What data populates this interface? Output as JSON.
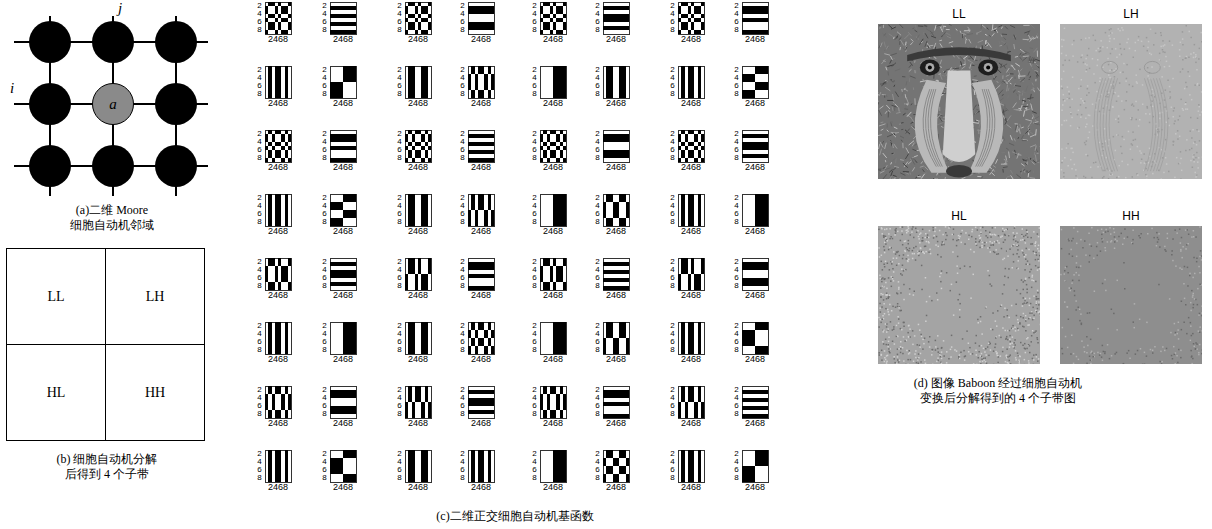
{
  "diagram": {
    "nodes": [
      {
        "text": [
          "a"
        ]
      },
      {
        "text": [
          "LL"
        ]
      },
      {
        "text": [
          "LH"
        ]
      },
      {
        "text": [
          "HL"
        ]
      },
      {
        "text": [
          "HH"
        ]
      },
      {
        "text": [
          "LL"
        ]
      },
      {
        "text": [
          "LH"
        ]
      },
      {
        "text": [
          "HL"
        ]
      },
      {
        "text": [
          "HH"
        ]
      }
    ],
    "labels": [
      "j",
      "i",
      "(a)二维 Moore 细胞自动机邻域",
      "(b) 细胞自动机分解 后得到 4 个子带",
      "2468",
      "2468",
      "2468",
      "2468",
      "2468",
      "2468",
      "2468",
      "2468",
      "2468",
      "2468",
      "2468",
      "2468",
      "2468",
      "2468",
      "2468",
      "2468",
      "2468",
      "2468",
      "2468",
      "2468",
      "2468",
      "2468",
      "2468",
      "2468",
      "2468",
      "2468",
      "2468",
      "2468",
      "2468",
      "2468",
      "2468",
      "2468",
      "2468",
      "2468",
      "2468",
      "2468",
      "2468",
      "2468",
      "2468",
      "2468",
      "2468",
      "2468",
      "2468",
      "2468",
      "2468",
      "2468",
      "2468",
      "2468",
      "2468",
      "2468",
      "2468",
      "2468",
      "2468",
      "2468",
      "2468",
      "2468",
      "2468",
      "2468",
      "2468",
      "2468",
      "2468",
      "2468",
      "2468",
      "2468",
      "2468",
      "2468",
      "2468",
      "2468",
      "2468",
      "2468",
      "2468",
      "2468",
      "2468",
      "2468",
      "2468",
      "2468",
      "2468",
      "2468",
      "2468",
      "2468",
      "2468",
      "2468",
      "2468",
      "2468",
      "2468",
      "2468",
      "2468",
      "2468",
      "2468",
      "2468",
      "2468",
      "2468",
      "2468",
      "2468",
      "2468",
      "2468",
      "2468",
      "2468",
      "2468",
      "2468",
      "2468",
      "2468",
      "2468",
      "2468",
      "2468",
      "2468",
      "2468",
      "2468",
      "2468",
      "2468",
      "2468",
      "2468",
      "2468",
      "2468",
      "2468",
      "2468",
      "2468",
      "2468",
      "2468",
      "2468",
      "2468",
      "2468",
      "2468",
      "2468",
      "2468",
      "2468",
      "2468",
      "2468",
      "(c)二维正交细胞自动机基函数",
      "(d) 图像 Baboon 经过细胞自动机 变换后分解得到的 4 个子带图"
    ]
  }
}
